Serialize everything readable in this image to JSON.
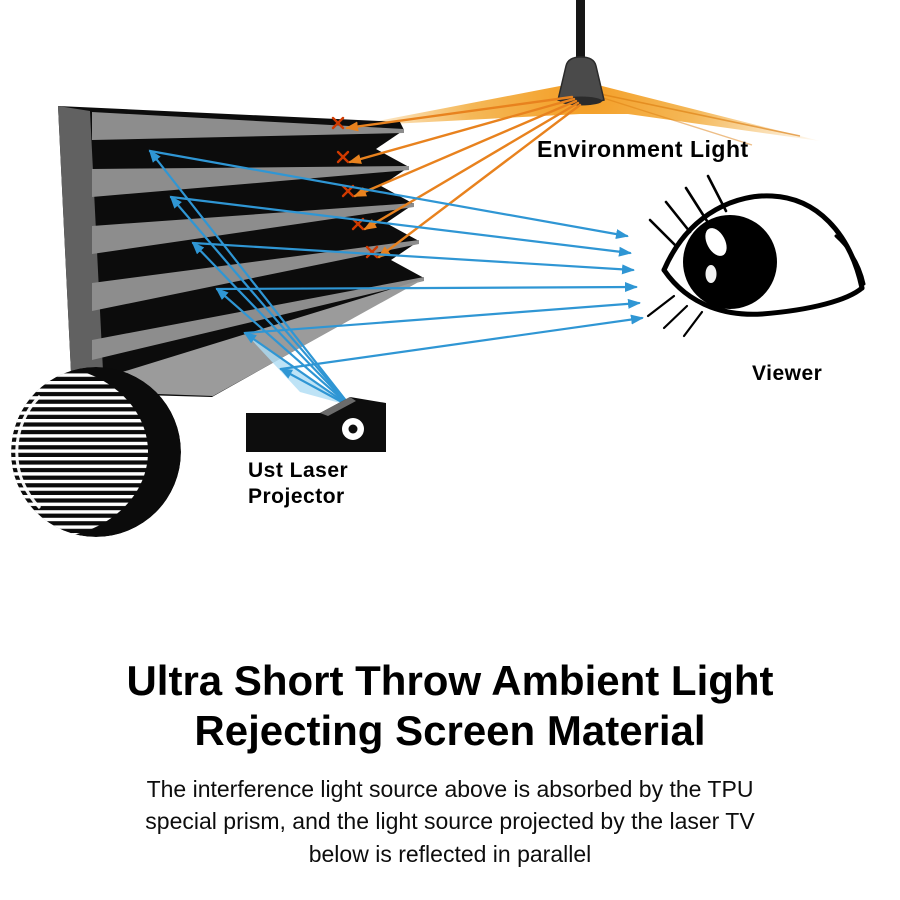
{
  "labels": {
    "environment_light": "Environment Light",
    "viewer": "Viewer",
    "projector_line1": "Ust Laser",
    "projector_line2": "Projector"
  },
  "title": {
    "line1": "Ultra Short Throw Ambient Light",
    "line2": "Rejecting Screen Material"
  },
  "description": {
    "line1": "The interference light source above is absorbed by the TPU",
    "line2": "special prism, and the light source projected by the laser TV",
    "line3": "below is reflected in parallel"
  },
  "colors": {
    "ambient_light_orange": "#ED921E",
    "laser_blue": "#2F96D4",
    "absorption_mark_red": "#D03A00",
    "screen_gray": "#8D8D8D",
    "text_black": "#000000",
    "background": "#FFFFFF"
  }
}
